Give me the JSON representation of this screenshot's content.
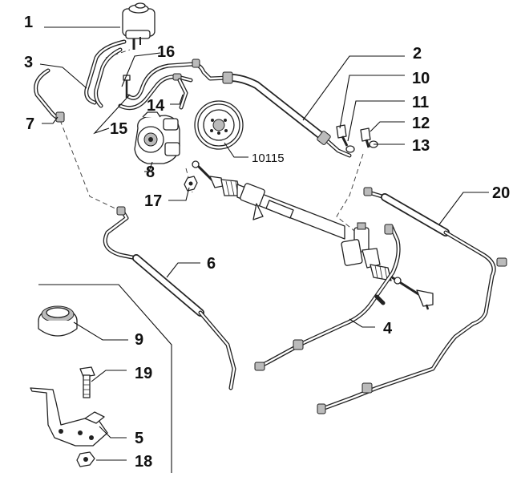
{
  "diagram": {
    "callouts": {
      "c1": "1",
      "c2": "2",
      "c3": "3",
      "c4": "4",
      "c5": "5",
      "c6": "6",
      "c7": "7",
      "c8": "8",
      "c9": "9",
      "c10": "10",
      "c11": "11",
      "c12": "12",
      "c13": "13",
      "c14": "14",
      "c15": "15",
      "c16": "16",
      "c17": "17",
      "c18": "18",
      "c19": "19",
      "c20": "20",
      "c10115": "10115"
    }
  }
}
